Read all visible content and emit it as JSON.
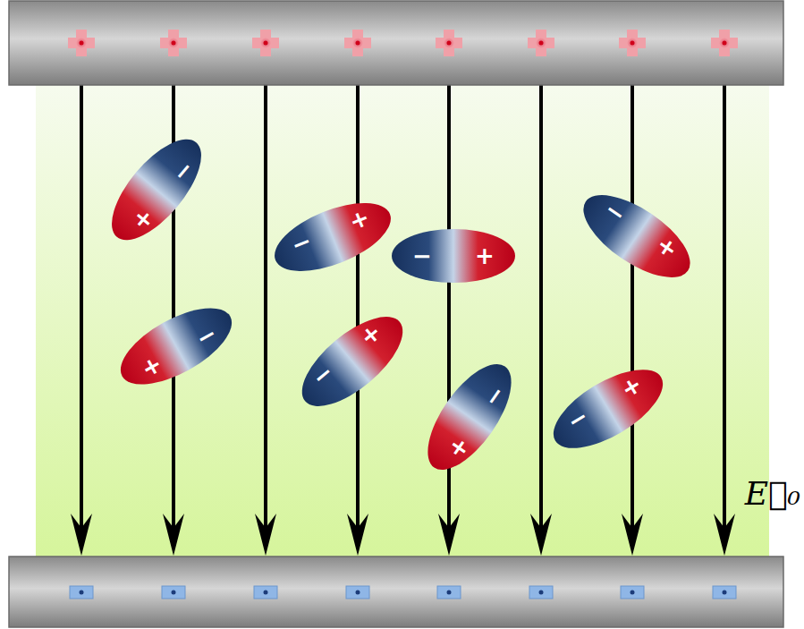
{
  "diagram": {
    "nodes": [
      {
        "text": [
          "−",
          "+"
        ]
      },
      {
        "text": [
          "−",
          "+"
        ]
      },
      {
        "text": [
          "−",
          "+"
        ]
      },
      {
        "text": [
          "−",
          "+"
        ]
      },
      {
        "text": [
          "−",
          "+"
        ]
      },
      {
        "text": [
          "−",
          "+"
        ]
      },
      {
        "text": [
          "−",
          "+"
        ]
      },
      {
        "text": [
          "−",
          "+"
        ]
      }
    ],
    "labels": [
      "E⃗₀"
    ]
  }
}
